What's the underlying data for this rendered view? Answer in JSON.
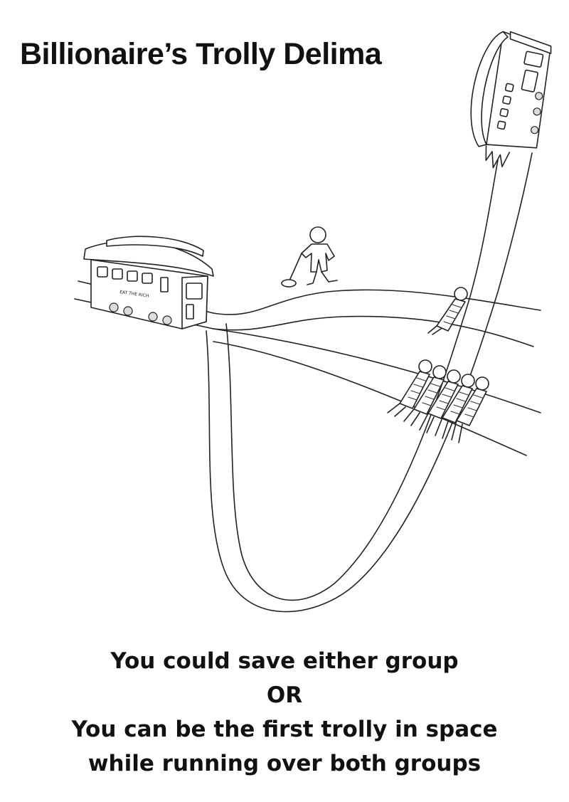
{
  "title": "Billionaire’s Trolly Delima",
  "trolley_sign": "EAT THE RICH",
  "caption": {
    "line1": "You could save either group",
    "line2": "OR",
    "line3": "You can be the first trolly in space",
    "line4": "while running over both groups"
  },
  "icons": {
    "trolley": "trolley-icon",
    "rocket_trolley": "rocket-trolley-icon",
    "lever_person": "lever-person-icon",
    "tied_person": "tied-person-icon",
    "tied_group": "tied-group-icon"
  }
}
